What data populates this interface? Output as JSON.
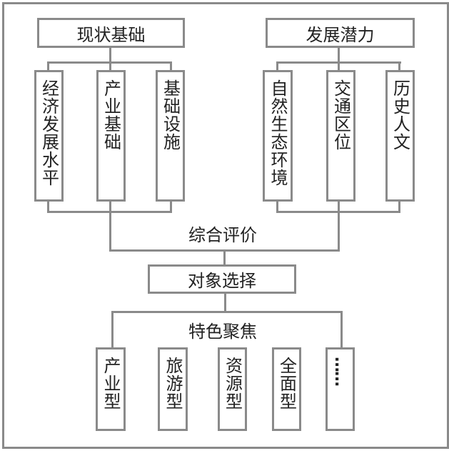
{
  "top": {
    "left_title": "现状基础",
    "right_title": "发展潜力",
    "left_items": [
      "经济发展水平",
      "产业基础",
      "基础设施"
    ],
    "right_items": [
      "自然生态环境",
      "交通区位",
      "历史人文"
    ]
  },
  "middle": {
    "evaluation": "综合评价",
    "selection": "对象选择",
    "focus": "特色聚焦"
  },
  "bottom": {
    "types": [
      "产业型",
      "旅游型",
      "资源型",
      "全面型",
      "……"
    ]
  }
}
